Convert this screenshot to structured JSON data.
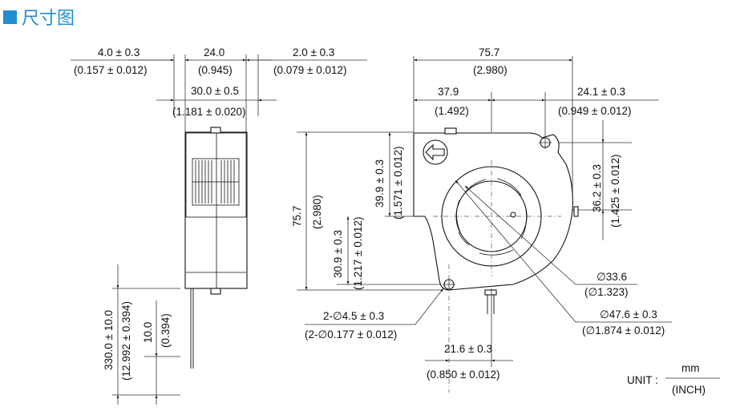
{
  "header": {
    "title": "尺寸图",
    "accent_color": "#1f8fd0",
    "icon": "square-bullet-icon"
  },
  "side_view": {
    "dim_left_offset": {
      "mm": "4.0 ± 0.3",
      "inch": "(0.157 ± 0.012)"
    },
    "dim_width_top": {
      "mm": "24.0",
      "inch": "(0.945)"
    },
    "dim_right_offset": {
      "mm": "2.0 ± 0.3",
      "inch": "(0.079 ± 0.012)"
    },
    "dim_total_width": {
      "mm": "30.0 ± 0.5",
      "inch": "(1.181 ± 0.020)"
    },
    "dim_lead_length": {
      "mm": "330.0 ± 10.0",
      "inch": "(12.992 ± 0.394)"
    },
    "dim_strip_length": {
      "mm": "10.0",
      "inch": "(0.394)"
    }
  },
  "front_view": {
    "dim_overall_width": {
      "mm": "75.7",
      "inch": "(2.980)"
    },
    "dim_center_x": {
      "mm": "37.9",
      "inch": "(1.492)"
    },
    "dim_hole_offset_x": {
      "mm": "24.1 ± 0.3",
      "inch": "(0.949 ± 0.012)"
    },
    "dim_overall_height": {
      "mm": "75.7",
      "inch": "(2.980)"
    },
    "dim_center_y_upper": {
      "mm": "39.9 ± 0.3",
      "inch": "(1.571 ± 0.012)"
    },
    "dim_center_y_lower": {
      "mm": "30.9 ± 0.3",
      "inch": "(1.217 ± 0.012)"
    },
    "dim_hole_offset_y": {
      "mm": "36.2 ± 0.3",
      "inch": "(1.425 ± 0.012)"
    },
    "dim_hub_diameter": {
      "mm": "∅33.6",
      "inch": "(∅1.323)"
    },
    "dim_impeller_diameter": {
      "mm": "∅47.6 ± 0.3",
      "inch": "(∅1.874 ± 0.012)"
    },
    "dim_mount_holes": {
      "mm": "2-∅4.5 ± 0.3",
      "inch": "(2-∅0.177 ± 0.012)"
    },
    "dim_hole_bottom_x": {
      "mm": "21.6 ± 0.3",
      "inch": "(0.850 ± 0.012)"
    }
  },
  "units": {
    "label": "UNIT :",
    "top": "mm",
    "bottom": "(INCH)"
  }
}
